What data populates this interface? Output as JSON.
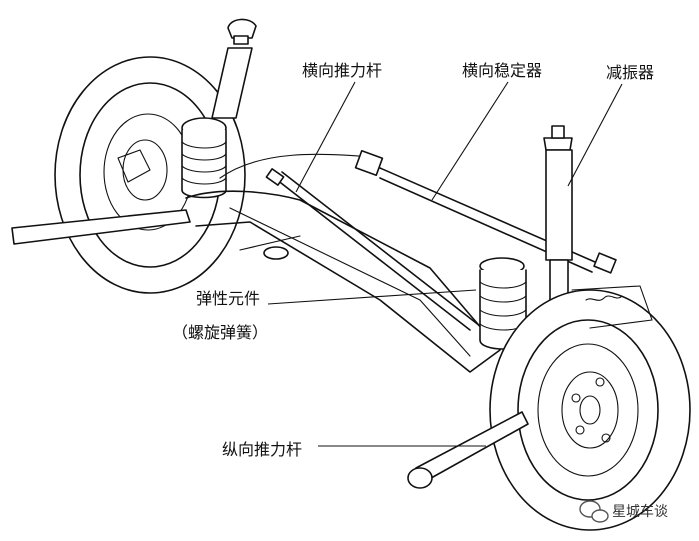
{
  "labels": {
    "lateral_rod": "横向推力杆",
    "stabilizer": "横向稳定器",
    "shock_absorber": "减振器",
    "elastic_element": "弹性元件",
    "coil_spring": "（螺旋弹簧）",
    "longitudinal_rod": "纵向推力杆"
  },
  "watermark": {
    "text": "星城车谈"
  },
  "colors": {
    "line": "#111111",
    "background": "#ffffff"
  },
  "icons": [
    "wechat-bubble-icon"
  ]
}
